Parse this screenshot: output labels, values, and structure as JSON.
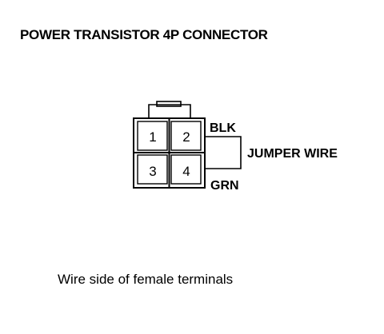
{
  "title": "POWER TRANSISTOR 4P CONNECTOR",
  "connector": {
    "pins": [
      "1",
      "2",
      "3",
      "4"
    ],
    "wire_top": "BLK",
    "wire_bottom": "GRN",
    "jumper": "JUMPER WIRE"
  },
  "caption": "Wire side of female terminals"
}
